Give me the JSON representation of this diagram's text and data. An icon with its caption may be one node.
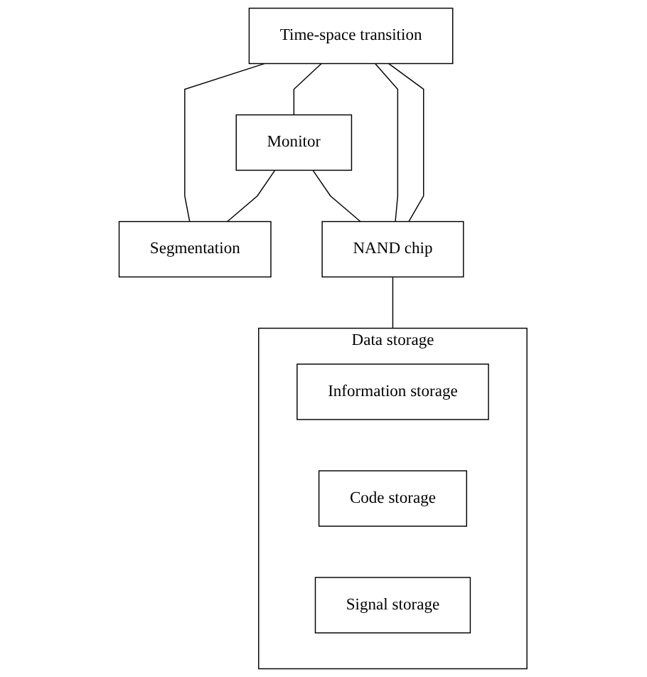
{
  "diagram": {
    "nodes": [
      {
        "text": [
          "Time-space transition"
        ]
      },
      {
        "text": [
          "Monitor"
        ]
      },
      {
        "text": [
          "Segmentation"
        ]
      },
      {
        "text": [
          "NAND chip"
        ]
      },
      {
        "text": [
          "Data storage"
        ]
      },
      {
        "text": [
          "Information storage"
        ],
        "in": 4
      },
      {
        "text": [
          "Code storage"
        ],
        "in": 4
      },
      {
        "text": [
          "Signal storage"
        ],
        "in": 4
      }
    ],
    "edges": [
      {
        "from": 0,
        "to": 1,
        "arrow": "none"
      },
      {
        "from": 0,
        "to": 2,
        "arrow": "none"
      },
      {
        "from": 1,
        "to": 2,
        "arrow": "none"
      },
      {
        "from": 1,
        "to": 3,
        "arrow": "none"
      },
      {
        "from": 0,
        "to": 3,
        "arrow": "none"
      },
      {
        "from": 0,
        "to": 3,
        "arrow": "none"
      },
      {
        "from": 3,
        "to": 4,
        "arrow": "none"
      }
    ]
  }
}
